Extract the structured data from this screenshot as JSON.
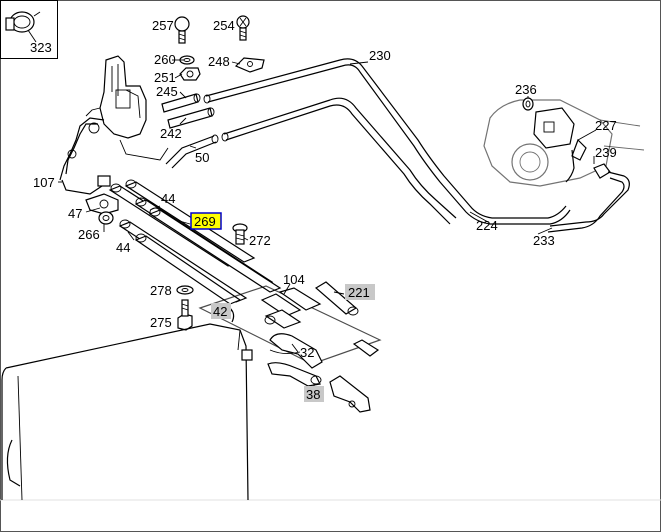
{
  "diagram": {
    "inset_label": "323",
    "labels": {
      "p257": "257",
      "p254": "254",
      "p260": "260",
      "p248": "248",
      "p251": "251",
      "p245": "245",
      "p242": "242",
      "p230": "230",
      "p50": "50",
      "p236": "236",
      "p227": "227",
      "p239": "239",
      "p107": "107",
      "p47": "47",
      "p266": "266",
      "p44a": "44",
      "p44b": "44",
      "p269": "269",
      "p272": "272",
      "p224": "224",
      "p233": "233",
      "p104": "104",
      "p278": "278",
      "p221": "221",
      "p42": "42",
      "p275": "275",
      "p32": "32",
      "p38": "38"
    },
    "colors": {
      "highlight_fill": "#ffff00",
      "highlight_border": "#0000cc",
      "link_bg": "#c8c8c8",
      "line": "#000000"
    }
  }
}
